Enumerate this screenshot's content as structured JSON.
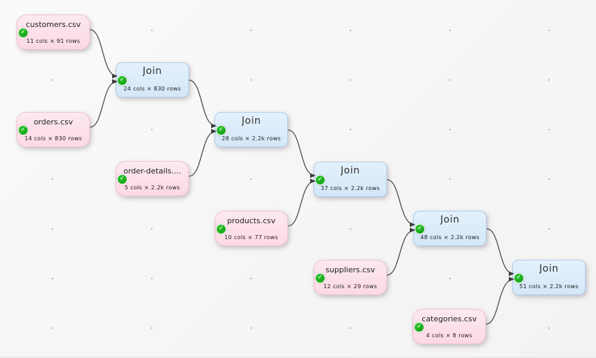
{
  "diagram": {
    "app_context": "data transform flow canvas",
    "status_icon": "check-circle",
    "colors": {
      "canvas_background": "#f7f6f6",
      "grid_dot": "#b2b2b2",
      "source_fill": "#fbd9e4",
      "source_border": "#ecc2d1",
      "transform_fill": "#d4e7f8",
      "transform_border": "#aecdea",
      "edge": "#4a4a4a",
      "status_ok": "#12a812"
    },
    "nodes": [
      {
        "id": "customers",
        "type": "source",
        "label": "customers.csv",
        "stats": "11 cols × 91 rows"
      },
      {
        "id": "orders",
        "type": "source",
        "label": "orders.csv",
        "stats": "14 cols × 830 rows"
      },
      {
        "id": "join1",
        "type": "transform",
        "label": "Join",
        "stats": "24 cols × 830 rows"
      },
      {
        "id": "order-details",
        "type": "source",
        "label": "order-details....",
        "stats": "5 cols × 2.2k rows"
      },
      {
        "id": "join2",
        "type": "transform",
        "label": "Join",
        "stats": "28 cols × 2.2k rows"
      },
      {
        "id": "products",
        "type": "source",
        "label": "products.csv",
        "stats": "10 cols × 77 rows"
      },
      {
        "id": "join3",
        "type": "transform",
        "label": "Join",
        "stats": "37 cols × 2.2k rows"
      },
      {
        "id": "suppliers",
        "type": "source",
        "label": "suppliers.csv",
        "stats": "12 cols × 29 rows"
      },
      {
        "id": "join4",
        "type": "transform",
        "label": "Join",
        "stats": "48 cols × 2.2k rows"
      },
      {
        "id": "categories",
        "type": "source",
        "label": "categories.csv",
        "stats": "4 cols × 8 rows"
      },
      {
        "id": "join5",
        "type": "transform",
        "label": "Join",
        "stats": "51 cols × 2.2k rows"
      }
    ],
    "edges": [
      {
        "from": "customers",
        "to": "join1"
      },
      {
        "from": "orders",
        "to": "join1"
      },
      {
        "from": "join1",
        "to": "join2"
      },
      {
        "from": "order-details",
        "to": "join2"
      },
      {
        "from": "join2",
        "to": "join3"
      },
      {
        "from": "products",
        "to": "join3"
      },
      {
        "from": "join3",
        "to": "join4"
      },
      {
        "from": "suppliers",
        "to": "join4"
      },
      {
        "from": "join4",
        "to": "join5"
      },
      {
        "from": "categories",
        "to": "join5"
      }
    ]
  }
}
